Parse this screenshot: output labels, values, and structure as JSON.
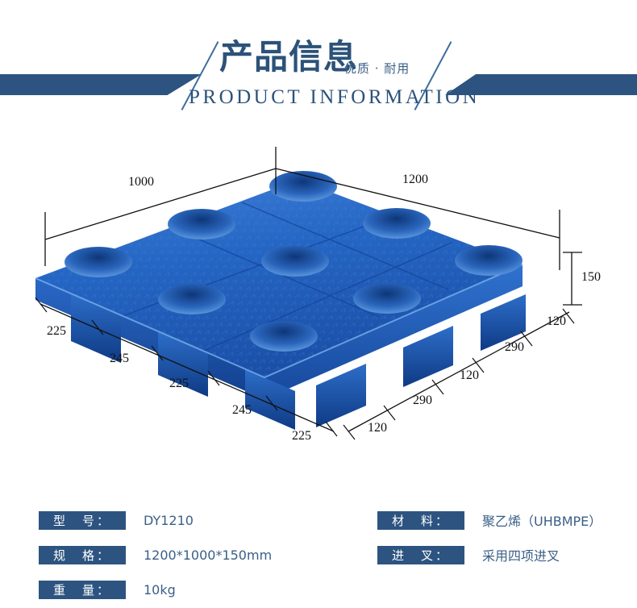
{
  "header": {
    "title_cn": "产品信息",
    "subtitle_cn": "优质 · 耐用",
    "title_en": "PRODUCT  INFORMATION",
    "bar_color": "#2d5480",
    "text_color": "#2c5279"
  },
  "diagram": {
    "alt": "蓝色塑料托盘三维立体图",
    "pallet_color": "#1f5fc0",
    "dimensions": {
      "top_left": "1000",
      "top_right": "1200",
      "height": "150",
      "front_left_chain": [
        "225",
        "245",
        "225",
        "245",
        "225"
      ],
      "front_right_chain": [
        "120",
        "290",
        "120",
        "290",
        "120"
      ]
    }
  },
  "specs": {
    "left": [
      {
        "label": "型　号：",
        "value": "DY1210"
      },
      {
        "label": "规　格：",
        "value": "1200*1000*150mm"
      },
      {
        "label": "重　量：",
        "value": "10kg"
      }
    ],
    "right": [
      {
        "label": "材　料：",
        "value": "聚乙烯（UHBMPE）"
      },
      {
        "label": "进　叉：",
        "value": "采用四项进叉"
      }
    ]
  }
}
